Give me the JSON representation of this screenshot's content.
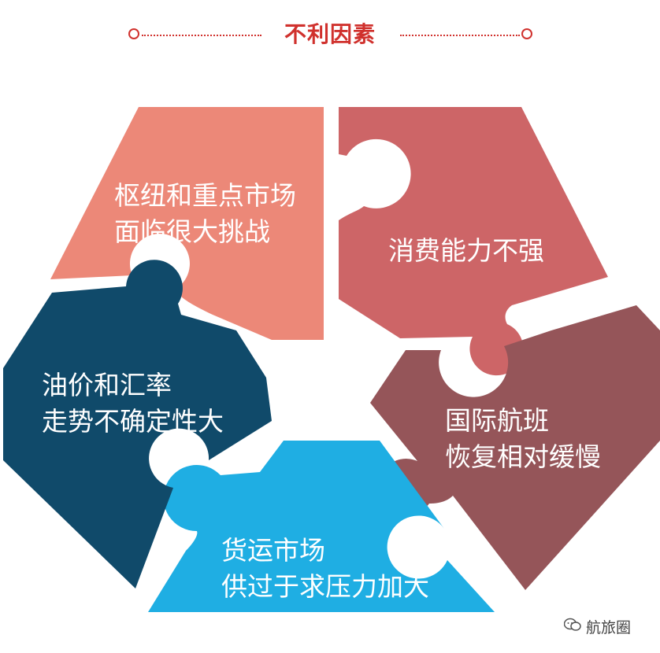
{
  "header": {
    "title": "不利因素"
  },
  "colors": {
    "title": "#d0312d",
    "piece_top_left": "#ec8878",
    "piece_top_right": "#cd6567",
    "piece_right": "#955559",
    "piece_bottom": "#1faee3",
    "piece_left": "#104a6a"
  },
  "pieces": [
    {
      "id": "top-left",
      "line1": "枢纽和重点市场",
      "line2": "面临很大挑战"
    },
    {
      "id": "top-right",
      "line1": "消费能力不强",
      "line2": ""
    },
    {
      "id": "right",
      "line1": "国际航班",
      "line2": "恢复相对缓慢"
    },
    {
      "id": "bottom",
      "line1": "货运市场",
      "line2": "供过于求压力加大"
    },
    {
      "id": "left",
      "line1": "油价和汇率",
      "line2": "走势不确定性大"
    }
  ],
  "watermark": {
    "icon": "wechat-icon",
    "text": "航旅圈"
  }
}
